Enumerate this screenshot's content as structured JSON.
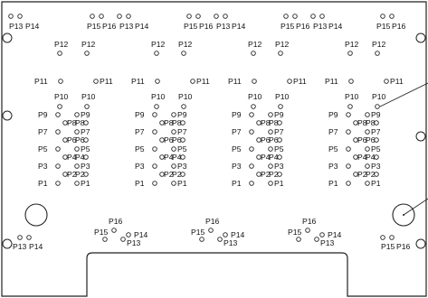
{
  "diagram": {
    "labels": {
      "p1": "P1",
      "p2": "P2",
      "p3": "P3",
      "p4": "P4",
      "p5": "P5",
      "p6": "P6",
      "p7": "P7",
      "p8": "P8",
      "p9": "P9",
      "p10": "P10",
      "p11": "P11",
      "p12": "P12",
      "p13": "P13",
      "p14": "P14",
      "p15": "P15",
      "p16": "P16"
    },
    "groups": [
      "group-1",
      "group-2",
      "group-3",
      "group-4"
    ]
  }
}
